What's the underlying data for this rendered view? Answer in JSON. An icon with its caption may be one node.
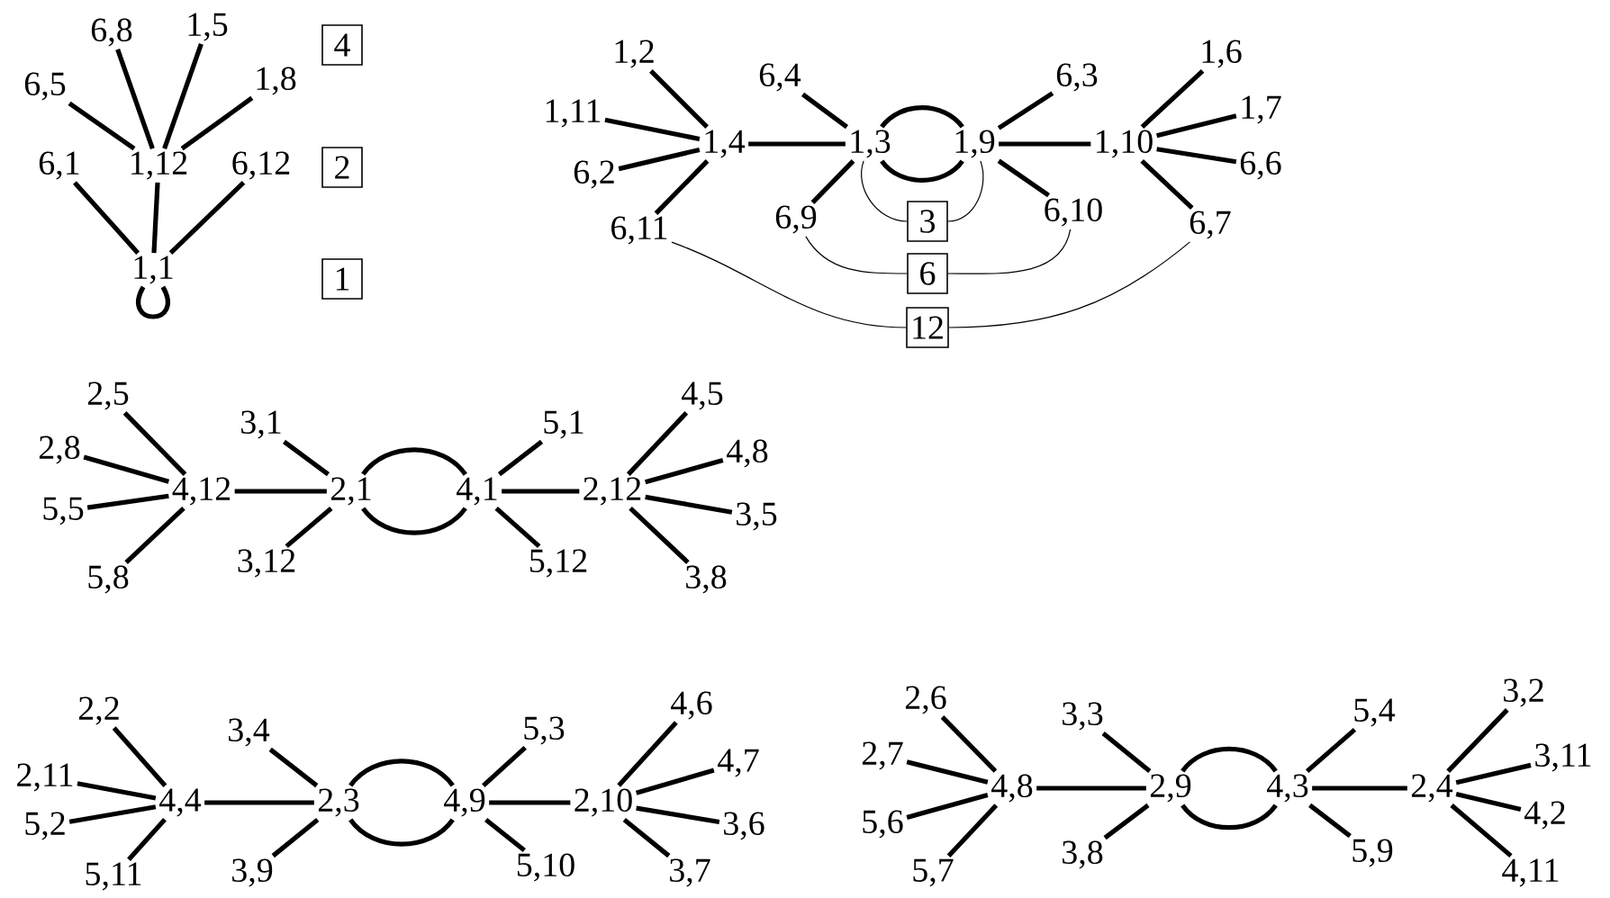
{
  "diagram": {
    "nodes": [
      {
        "text": [
          "6,8"
        ]
      },
      {
        "text": [
          "1,5"
        ]
      },
      {
        "text": [
          "1,8"
        ]
      },
      {
        "text": [
          "6,5"
        ]
      },
      {
        "text": [
          "6,1"
        ]
      },
      {
        "text": [
          "1,12"
        ]
      },
      {
        "text": [
          "6,12"
        ]
      },
      {
        "text": [
          "1,1"
        ]
      },
      {
        "text": [
          "4"
        ]
      },
      {
        "text": [
          "2"
        ]
      },
      {
        "text": [
          "1"
        ]
      },
      {
        "text": [
          "1,2"
        ]
      },
      {
        "text": [
          "1,11"
        ]
      },
      {
        "text": [
          "6,2"
        ]
      },
      {
        "text": [
          "6,11"
        ]
      },
      {
        "text": [
          "1,4"
        ]
      },
      {
        "text": [
          "6,4"
        ]
      },
      {
        "text": [
          "1,3"
        ]
      },
      {
        "text": [
          "6,9"
        ]
      },
      {
        "text": [
          "1,9"
        ]
      },
      {
        "text": [
          "6,3"
        ]
      },
      {
        "text": [
          "6,10"
        ]
      },
      {
        "text": [
          "1,10"
        ]
      },
      {
        "text": [
          "1,6"
        ]
      },
      {
        "text": [
          "1,7"
        ]
      },
      {
        "text": [
          "6,6"
        ]
      },
      {
        "text": [
          "6,7"
        ]
      },
      {
        "text": [
          "3"
        ]
      },
      {
        "text": [
          "6"
        ]
      },
      {
        "text": [
          "12"
        ]
      },
      {
        "text": [
          "2,5"
        ]
      },
      {
        "text": [
          "2,8"
        ]
      },
      {
        "text": [
          "5,5"
        ]
      },
      {
        "text": [
          "5,8"
        ]
      },
      {
        "text": [
          "4,12"
        ]
      },
      {
        "text": [
          "3,1"
        ]
      },
      {
        "text": [
          "3,12"
        ]
      },
      {
        "text": [
          "2,1"
        ]
      },
      {
        "text": [
          "4,1"
        ]
      },
      {
        "text": [
          "5,1"
        ]
      },
      {
        "text": [
          "5,12"
        ]
      },
      {
        "text": [
          "2,12"
        ]
      },
      {
        "text": [
          "4,5"
        ]
      },
      {
        "text": [
          "4,8"
        ]
      },
      {
        "text": [
          "3,5"
        ]
      },
      {
        "text": [
          "3,8"
        ]
      },
      {
        "text": [
          "2,2"
        ]
      },
      {
        "text": [
          "2,11"
        ]
      },
      {
        "text": [
          "5,2"
        ]
      },
      {
        "text": [
          "5,11"
        ]
      },
      {
        "text": [
          "4,4"
        ]
      },
      {
        "text": [
          "3,4"
        ]
      },
      {
        "text": [
          "3,9"
        ]
      },
      {
        "text": [
          "2,3"
        ]
      },
      {
        "text": [
          "4,9"
        ]
      },
      {
        "text": [
          "5,3"
        ]
      },
      {
        "text": [
          "5,10"
        ]
      },
      {
        "text": [
          "2,10"
        ]
      },
      {
        "text": [
          "4,6"
        ]
      },
      {
        "text": [
          "4,7"
        ]
      },
      {
        "text": [
          "3,6"
        ]
      },
      {
        "text": [
          "3,7"
        ]
      },
      {
        "text": [
          "2,6"
        ]
      },
      {
        "text": [
          "2,7"
        ]
      },
      {
        "text": [
          "5,6"
        ]
      },
      {
        "text": [
          "5,7"
        ]
      },
      {
        "text": [
          "4,8"
        ]
      },
      {
        "text": [
          "3,3"
        ]
      },
      {
        "text": [
          "3,8"
        ]
      },
      {
        "text": [
          "2,9"
        ]
      },
      {
        "text": [
          "4,3"
        ]
      },
      {
        "text": [
          "5,4"
        ]
      },
      {
        "text": [
          "5,9"
        ]
      },
      {
        "text": [
          "2,4"
        ]
      },
      {
        "text": [
          "3,2"
        ]
      },
      {
        "text": [
          "3,11"
        ]
      },
      {
        "text": [
          "4,2"
        ]
      },
      {
        "text": [
          "4,11"
        ]
      }
    ],
    "edges": [
      {
        "from": 0,
        "to": 5,
        "arrow": "none"
      },
      {
        "from": 1,
        "to": 5,
        "arrow": "none"
      },
      {
        "from": 2,
        "to": 5,
        "arrow": "none"
      },
      {
        "from": 3,
        "to": 5,
        "arrow": "none"
      },
      {
        "from": 4,
        "to": 7,
        "arrow": "none"
      },
      {
        "from": 5,
        "to": 7,
        "arrow": "none"
      },
      {
        "from": 6,
        "to": 7,
        "arrow": "none"
      },
      {
        "from": 7,
        "to": 7,
        "arrow": "none"
      },
      {
        "from": 11,
        "to": 15,
        "arrow": "none"
      },
      {
        "from": 12,
        "to": 15,
        "arrow": "none"
      },
      {
        "from": 13,
        "to": 15,
        "arrow": "none"
      },
      {
        "from": 14,
        "to": 15,
        "arrow": "none"
      },
      {
        "from": 15,
        "to": 17,
        "arrow": "none"
      },
      {
        "from": 16,
        "to": 17,
        "arrow": "none"
      },
      {
        "from": 18,
        "to": 17,
        "arrow": "none"
      },
      {
        "from": 17,
        "to": 19,
        "arrow": "none"
      },
      {
        "from": 17,
        "to": 19,
        "arrow": "none"
      },
      {
        "from": 20,
        "to": 19,
        "arrow": "none"
      },
      {
        "from": 21,
        "to": 19,
        "arrow": "none"
      },
      {
        "from": 22,
        "to": 19,
        "arrow": "none"
      },
      {
        "from": 23,
        "to": 22,
        "arrow": "none"
      },
      {
        "from": 24,
        "to": 22,
        "arrow": "none"
      },
      {
        "from": 25,
        "to": 22,
        "arrow": "none"
      },
      {
        "from": 26,
        "to": 22,
        "arrow": "none"
      },
      {
        "from": 17,
        "to": 27,
        "arrow": "none"
      },
      {
        "from": 27,
        "to": 19,
        "arrow": "none"
      },
      {
        "from": 18,
        "to": 28,
        "arrow": "none"
      },
      {
        "from": 28,
        "to": 21,
        "arrow": "none"
      },
      {
        "from": 14,
        "to": 29,
        "arrow": "none"
      },
      {
        "from": 29,
        "to": 26,
        "arrow": "none"
      },
      {
        "from": 30,
        "to": 34,
        "arrow": "none"
      },
      {
        "from": 31,
        "to": 34,
        "arrow": "none"
      },
      {
        "from": 32,
        "to": 34,
        "arrow": "none"
      },
      {
        "from": 33,
        "to": 34,
        "arrow": "none"
      },
      {
        "from": 34,
        "to": 37,
        "arrow": "none"
      },
      {
        "from": 35,
        "to": 37,
        "arrow": "none"
      },
      {
        "from": 36,
        "to": 37,
        "arrow": "none"
      },
      {
        "from": 37,
        "to": 38,
        "arrow": "none"
      },
      {
        "from": 37,
        "to": 38,
        "arrow": "none"
      },
      {
        "from": 39,
        "to": 38,
        "arrow": "none"
      },
      {
        "from": 40,
        "to": 38,
        "arrow": "none"
      },
      {
        "from": 41,
        "to": 38,
        "arrow": "none"
      },
      {
        "from": 42,
        "to": 41,
        "arrow": "none"
      },
      {
        "from": 43,
        "to": 41,
        "arrow": "none"
      },
      {
        "from": 44,
        "to": 41,
        "arrow": "none"
      },
      {
        "from": 45,
        "to": 41,
        "arrow": "none"
      },
      {
        "from": 46,
        "to": 50,
        "arrow": "none"
      },
      {
        "from": 47,
        "to": 50,
        "arrow": "none"
      },
      {
        "from": 48,
        "to": 50,
        "arrow": "none"
      },
      {
        "from": 49,
        "to": 50,
        "arrow": "none"
      },
      {
        "from": 50,
        "to": 53,
        "arrow": "none"
      },
      {
        "from": 51,
        "to": 53,
        "arrow": "none"
      },
      {
        "from": 52,
        "to": 53,
        "arrow": "none"
      },
      {
        "from": 53,
        "to": 54,
        "arrow": "none"
      },
      {
        "from": 53,
        "to": 54,
        "arrow": "none"
      },
      {
        "from": 55,
        "to": 54,
        "arrow": "none"
      },
      {
        "from": 56,
        "to": 54,
        "arrow": "none"
      },
      {
        "from": 57,
        "to": 54,
        "arrow": "none"
      },
      {
        "from": 58,
        "to": 57,
        "arrow": "none"
      },
      {
        "from": 59,
        "to": 57,
        "arrow": "none"
      },
      {
        "from": 60,
        "to": 57,
        "arrow": "none"
      },
      {
        "from": 61,
        "to": 57,
        "arrow": "none"
      },
      {
        "from": 62,
        "to": 66,
        "arrow": "none"
      },
      {
        "from": 63,
        "to": 66,
        "arrow": "none"
      },
      {
        "from": 64,
        "to": 66,
        "arrow": "none"
      },
      {
        "from": 65,
        "to": 66,
        "arrow": "none"
      },
      {
        "from": 66,
        "to": 69,
        "arrow": "none"
      },
      {
        "from": 67,
        "to": 69,
        "arrow": "none"
      },
      {
        "from": 68,
        "to": 69,
        "arrow": "none"
      },
      {
        "from": 69,
        "to": 70,
        "arrow": "none"
      },
      {
        "from": 69,
        "to": 70,
        "arrow": "none"
      },
      {
        "from": 71,
        "to": 70,
        "arrow": "none"
      },
      {
        "from": 72,
        "to": 70,
        "arrow": "none"
      },
      {
        "from": 73,
        "to": 70,
        "arrow": "none"
      },
      {
        "from": 74,
        "to": 73,
        "arrow": "none"
      },
      {
        "from": 75,
        "to": 73,
        "arrow": "none"
      },
      {
        "from": 76,
        "to": 73,
        "arrow": "none"
      },
      {
        "from": 77,
        "to": 73,
        "arrow": "none"
      }
    ]
  }
}
